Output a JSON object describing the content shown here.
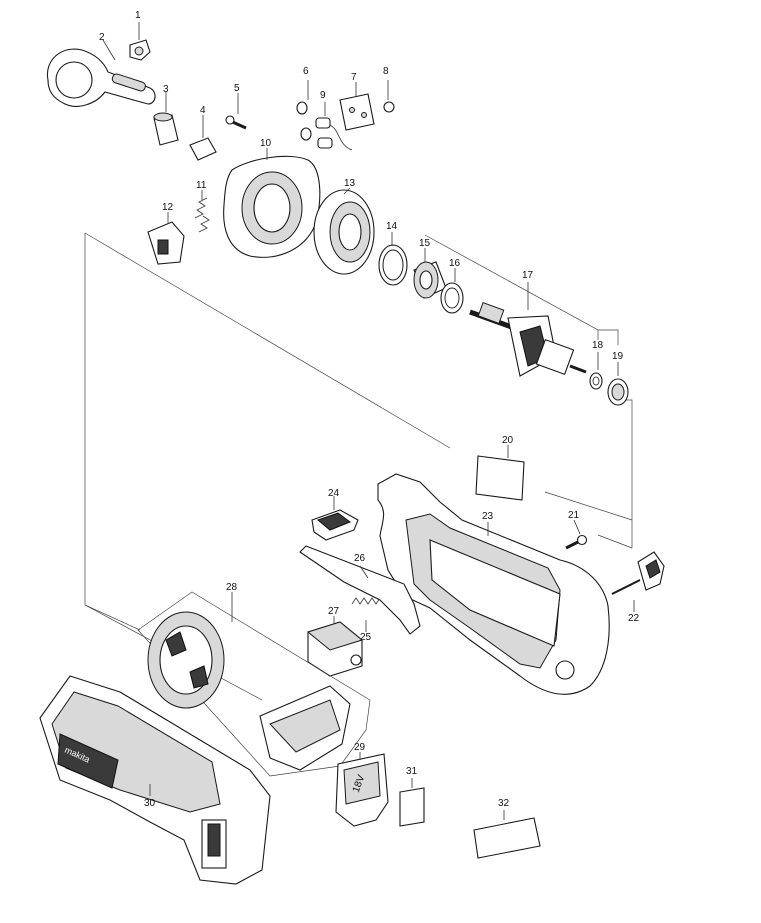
{
  "parts": [
    {
      "id": "1"
    },
    {
      "id": "2"
    },
    {
      "id": "3"
    },
    {
      "id": "4"
    },
    {
      "id": "5"
    },
    {
      "id": "6"
    },
    {
      "id": "7"
    },
    {
      "id": "8"
    },
    {
      "id": "9"
    },
    {
      "id": "10"
    },
    {
      "id": "11"
    },
    {
      "id": "12"
    },
    {
      "id": "13"
    },
    {
      "id": "14"
    },
    {
      "id": "15"
    },
    {
      "id": "16"
    },
    {
      "id": "17"
    },
    {
      "id": "18"
    },
    {
      "id": "19"
    },
    {
      "id": "20"
    },
    {
      "id": "21"
    },
    {
      "id": "22"
    },
    {
      "id": "23"
    },
    {
      "id": "24"
    },
    {
      "id": "25"
    },
    {
      "id": "26"
    },
    {
      "id": "27"
    },
    {
      "id": "28"
    },
    {
      "id": "29"
    },
    {
      "id": "30"
    },
    {
      "id": "31"
    },
    {
      "id": "32"
    }
  ],
  "housing_brand": "makita",
  "battery_mark": "18V"
}
